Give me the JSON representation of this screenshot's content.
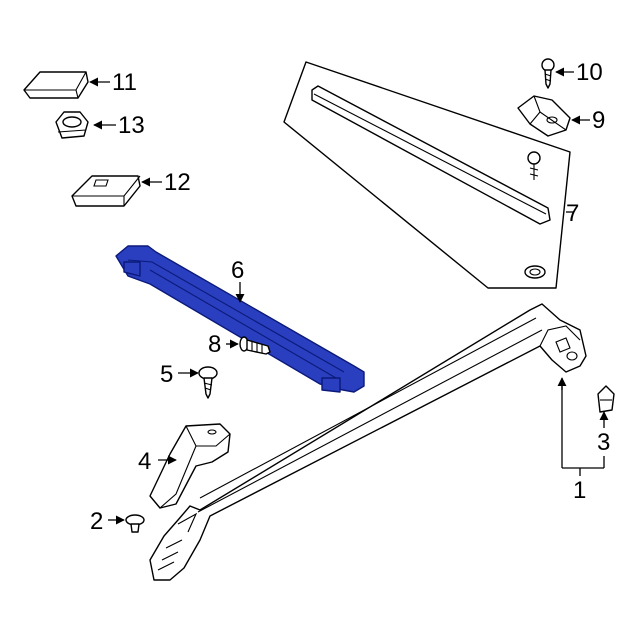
{
  "colors": {
    "highlight": "#2a3fbf",
    "outline": "#000000",
    "background": "#ffffff"
  },
  "callouts": {
    "c1": "1",
    "c2": "2",
    "c3": "3",
    "c4": "4",
    "c5": "5",
    "c6": "6",
    "c7": "7",
    "c8": "8",
    "c9": "9",
    "c10": "10",
    "c11": "11",
    "c12": "12",
    "c13": "13"
  }
}
